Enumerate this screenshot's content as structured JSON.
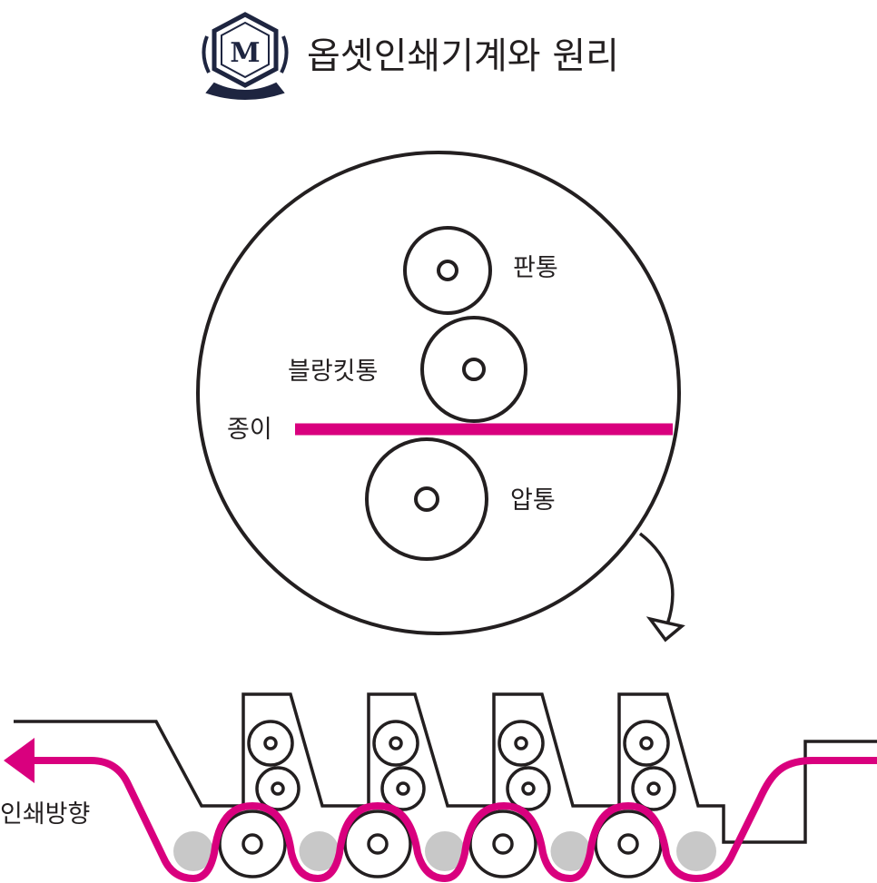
{
  "header": {
    "title": "옵셋인쇄기계와 원리",
    "logo_letter": "M",
    "logo_icon": "crest-logo-icon"
  },
  "detail_view": {
    "plate_cylinder": "판통",
    "blanket_cylinder": "블랑킷통",
    "paper": "종이",
    "impression_cylinder": "압통"
  },
  "press_view": {
    "direction_label": "인쇄방향",
    "unit_count": 4
  },
  "colors": {
    "paper_path": "#d9007e",
    "outline": "#231f20",
    "transfer_roller": "#c8c8c8",
    "logo": "#1e2540"
  }
}
